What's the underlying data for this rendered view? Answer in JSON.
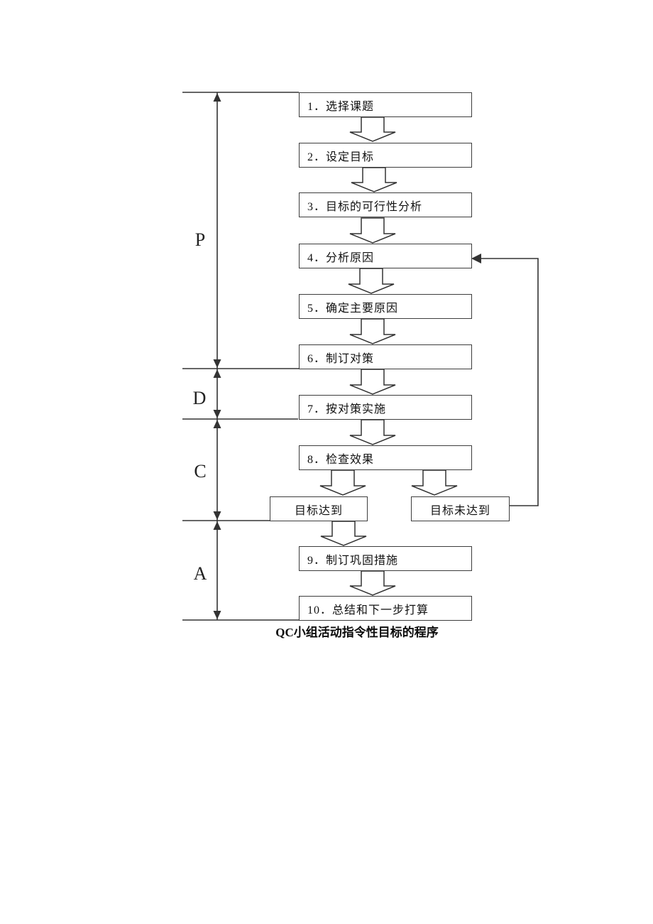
{
  "flowchart": {
    "caption": "QC小组活动指令性目标的程序",
    "phases": [
      {
        "label": "P"
      },
      {
        "label": "D"
      },
      {
        "label": "C"
      },
      {
        "label": "A"
      }
    ],
    "steps": [
      {
        "label": "1．选择课题"
      },
      {
        "label": "2．设定目标"
      },
      {
        "label": "3．目标的可行性分析"
      },
      {
        "label": "4．分析原因"
      },
      {
        "label": "5．确定主要原因"
      },
      {
        "label": "6．制订对策"
      },
      {
        "label": "7．按对策实施"
      },
      {
        "label": "8．检查效果"
      },
      {
        "label": "9．制订巩固措施"
      },
      {
        "label": "10．总结和下一步打算"
      }
    ],
    "outcomes": [
      {
        "label": "目标达到"
      },
      {
        "label": "目标未达到"
      }
    ],
    "colors": {
      "line": "#333333",
      "box_border": "#3d3d3d",
      "text": "#111111",
      "background": "#ffffff"
    }
  }
}
